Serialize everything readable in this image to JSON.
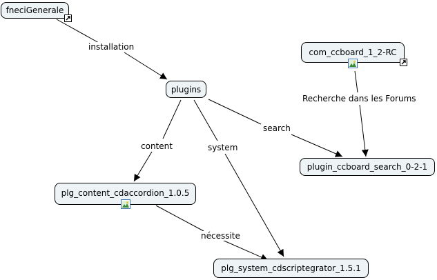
{
  "nodes": {
    "fneci": "fneciGenerale",
    "plugins": "plugins",
    "ccboard": "com_ccboard_1_2-RC",
    "search_plugin": "plugin_ccboard_search_0-2-1",
    "accordion": "plg_content_cdaccordion_1.0.5",
    "integrator": "plg_system_cdscriptegrator_1.5.1"
  },
  "links": {
    "installation": "installation",
    "content": "content",
    "system": "system",
    "search": "search",
    "recherche": "Recherche dans les Forums",
    "necessite": "nécessite"
  },
  "colors": {
    "node_fill": "#eef3f6",
    "line": "#000000",
    "icon_border": "#3b6fb6"
  }
}
